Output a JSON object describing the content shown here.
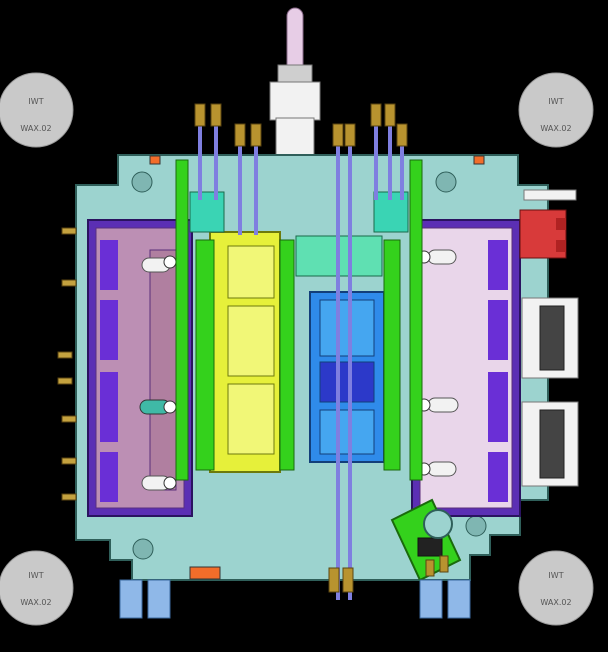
{
  "corner_plates": [
    {
      "id": "tl",
      "line1": "IWT",
      "line2": "WAX.02"
    },
    {
      "id": "tr",
      "line1": "IWT",
      "line2": "WAX.02"
    },
    {
      "id": "bl",
      "line1": "IWT",
      "line2": "WAX.02"
    },
    {
      "id": "br",
      "line1": "IWT",
      "line2": "WAX.02"
    }
  ],
  "colors": {
    "background": "#000000",
    "plate": "#9cd3cf",
    "plate_edge": "#2f5f5a",
    "cavity_purple": "#6a2fd6",
    "cavity_pink": "#c79ab4",
    "slide_yellow": "#e6f03a",
    "slide_green": "#34d11c",
    "core_blue": "#2f8bea",
    "core_deep": "#2c39c9",
    "cooling_line": "#7f7fe0",
    "sprue_pink": "#e7cde6",
    "connector_red": "#d83a3a",
    "corner_disc": "#c9c9c9"
  }
}
